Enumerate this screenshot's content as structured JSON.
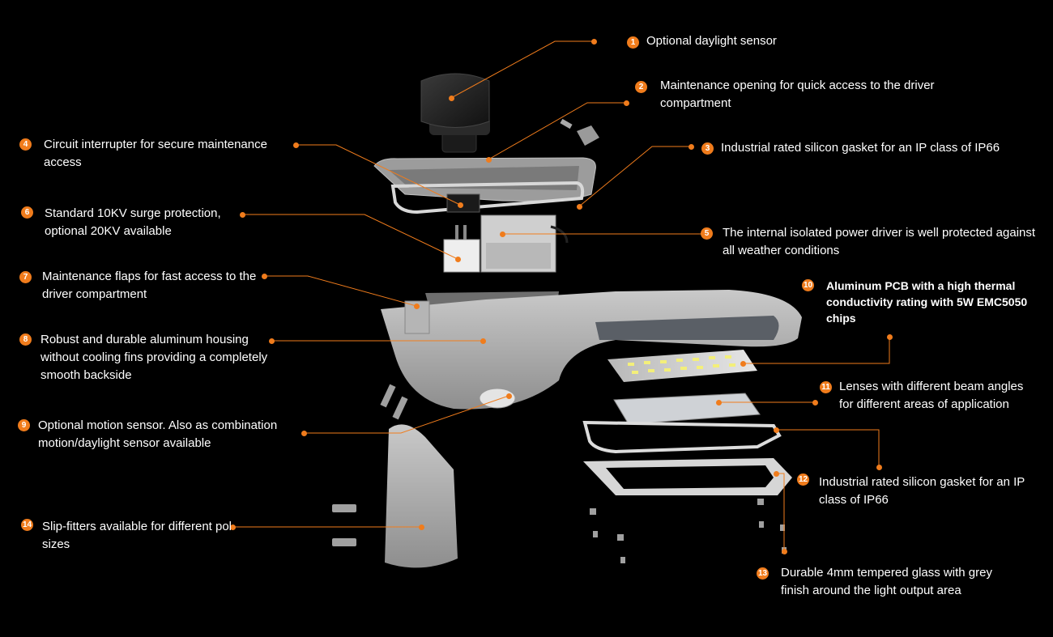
{
  "colors": {
    "accent": "#f07c1c",
    "background": "#000000",
    "housing": "#a9a9a9"
  },
  "callouts": [
    {
      "num": "1",
      "text": "Optional daylight sensor"
    },
    {
      "num": "2",
      "text": "Maintenance opening for quick access to the driver compartment"
    },
    {
      "num": "3",
      "text": "Industrial rated silicon gasket for an IP class of  IP66"
    },
    {
      "num": "4",
      "text": "Circuit interrupter for secure  maintenance access"
    },
    {
      "num": "5",
      "text": "The internal isolated power driver is well protected against all weather conditions"
    },
    {
      "num": "6",
      "text": "Standard 10KV surge protection, optional 20KV available"
    },
    {
      "num": "7",
      "text": "Maintenance flaps for fast access to the driver compartment"
    },
    {
      "num": "8",
      "text": "Robust and durable aluminum housing without cooling fins providing a completely smooth backside"
    },
    {
      "num": "9",
      "text": "Optional motion sensor. Also as combination motion/daylight sensor available"
    },
    {
      "num": "10",
      "text": "Aluminum PCB  with a high thermal conductivity rating with 5W EMC5050 chips"
    },
    {
      "num": "11",
      "text": "Lenses with different beam angles for different areas of application"
    },
    {
      "num": "12",
      "text": "Industrial rated silicon gasket for an IP class of IP66"
    },
    {
      "num": "13",
      "text": "Durable 4mm tempered glass with grey finish around the light output area"
    },
    {
      "num": "14",
      "text": "Slip-fitters available for different pol sizes"
    }
  ]
}
